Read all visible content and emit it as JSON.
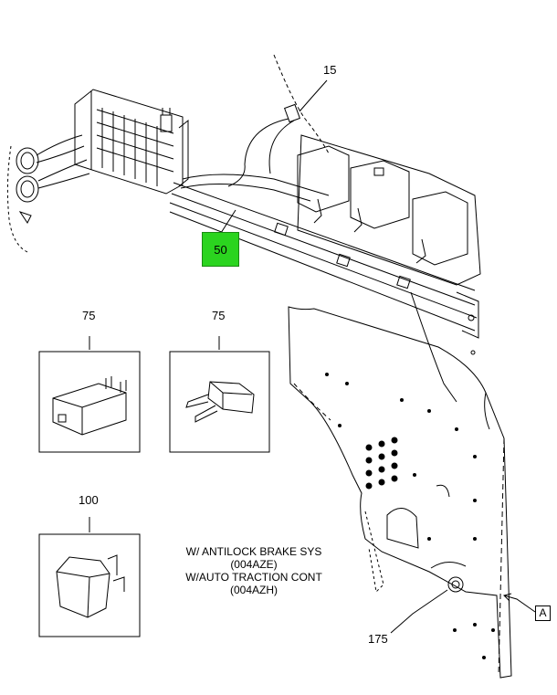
{
  "callouts": {
    "c15": "15",
    "c50": "50",
    "c75a": "75",
    "c75b": "75",
    "c100": "100",
    "c175": "175",
    "cA": "A"
  },
  "note": {
    "line1": "W/ ANTILOCK BRAKE SYS",
    "line2": "(004AZE)",
    "line3": "W/AUTO TRACTION CONT",
    "line4": "(004AZH)"
  },
  "colors": {
    "highlight": "#2bd41f",
    "line": "#000000"
  }
}
